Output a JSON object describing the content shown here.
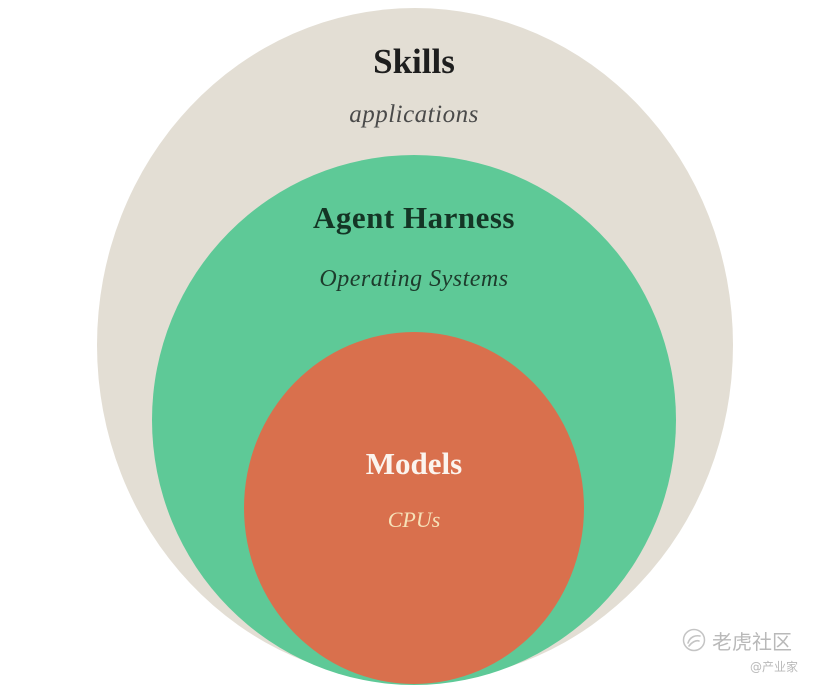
{
  "diagram": {
    "layers": [
      {
        "title": "Skills",
        "subtitle": "applications",
        "color": "#e3ded4"
      },
      {
        "title": "Agent Harness",
        "subtitle": "Operating Systems",
        "color": "#5ec997"
      },
      {
        "title": "Models",
        "subtitle": "CPUs",
        "color": "#d9704d"
      }
    ]
  },
  "watermark": {
    "name": "老虎社区",
    "handle": "@产业家",
    "icon": "tiger-community-logo-icon"
  }
}
